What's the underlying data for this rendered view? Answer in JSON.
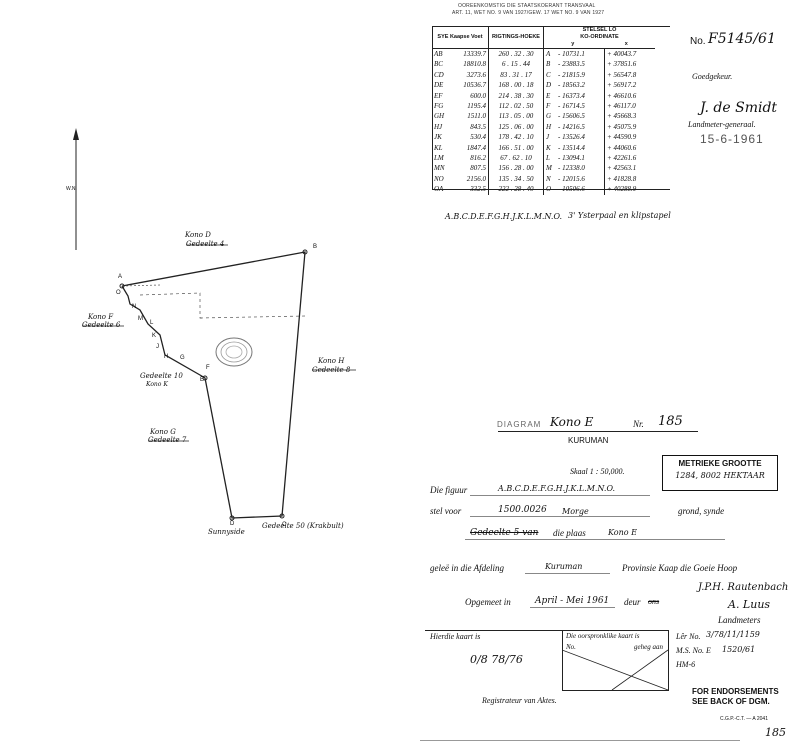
{
  "header": {
    "line1": "OOREENKOMSTIG DIE STAATSKOERANT TRANSVAAL",
    "line2": "ART. 11, WET NO. 9 VAN 1927/GEW. 17 WET NO. 9 VAN 1927"
  },
  "table": {
    "headers": {
      "side": "SYE Kaapse Voet",
      "bearing": "RIGTINGS-HOEKE",
      "system": "STELSEL LO",
      "coords": "KO-ORDINATE",
      "y": "y",
      "x": "x"
    },
    "rows": [
      {
        "side": "AB",
        "len": "13339.7",
        "bearing": "260 . 32 . 30",
        "pt": "A",
        "y": "- 10731.1",
        "x": "+ 40043.7"
      },
      {
        "side": "BC",
        "len": "18810.8",
        "bearing": "6 . 15 . 44",
        "pt": "B",
        "y": "- 23883.5",
        "x": "+ 37851.6"
      },
      {
        "side": "CD",
        "len": "3273.6",
        "bearing": "83 . 31 . 17",
        "pt": "C",
        "y": "- 21815.9",
        "x": "+ 56547.8"
      },
      {
        "side": "DE",
        "len": "10536.7",
        "bearing": "168 . 00 . 18",
        "pt": "D",
        "y": "- 18563.2",
        "x": "+ 56917.2"
      },
      {
        "side": "EF",
        "len": "600.0",
        "bearing": "214 . 38 . 30",
        "pt": "E",
        "y": "- 16373.4",
        "x": "+ 46610.6"
      },
      {
        "side": "FG",
        "len": "1195.4",
        "bearing": "112 . 02 . 50",
        "pt": "F",
        "y": "- 16714.5",
        "x": "+ 46117.0"
      },
      {
        "side": "GH",
        "len": "1511.0",
        "bearing": "113 . 05 . 00",
        "pt": "G",
        "y": "- 15606.5",
        "x": "+ 45668.3"
      },
      {
        "side": "HJ",
        "len": "843.5",
        "bearing": "125 . 06 . 00",
        "pt": "H",
        "y": "- 14216.5",
        "x": "+ 45075.9"
      },
      {
        "side": "JK",
        "len": "530.4",
        "bearing": "178 . 42 . 10",
        "pt": "J",
        "y": "- 13526.4",
        "x": "+ 44590.9"
      },
      {
        "side": "KL",
        "len": "1847.4",
        "bearing": "166 . 51 . 00",
        "pt": "K",
        "y": "- 13514.4",
        "x": "+ 44060.6"
      },
      {
        "side": "LM",
        "len": "816.2",
        "bearing": "67 . 62 . 10",
        "pt": "L",
        "y": "- 13094.1",
        "x": "+ 42261.6"
      },
      {
        "side": "MN",
        "len": "807.5",
        "bearing": "156 . 28 . 00",
        "pt": "M",
        "y": "- 12338.0",
        "x": "+ 42563.1"
      },
      {
        "side": "NO",
        "len": "2156.0",
        "bearing": "135 . 34 . 50",
        "pt": "N",
        "y": "- 12015.6",
        "x": "+ 41828.8"
      },
      {
        "side": "OA",
        "len": "332.5",
        "bearing": "222 . 28 . 40",
        "pt": "O",
        "y": "- 10506.6",
        "x": "+ 40288.9"
      }
    ]
  },
  "right_panel": {
    "no_label": "No.",
    "no_value": "F5145/61",
    "goedgekeur": "Goedgekeur.",
    "signature1": "J. de Smidt",
    "landmeter_generaal": "Landmeter-generaal.",
    "date_stamp": "15-6-1961"
  },
  "beacon_line": {
    "figure": "A.B.C.D.E.F.G.H.J.K.L.M.N.O.",
    "desc": "3' Ysterpaal en klipstapel"
  },
  "diagram": {
    "north_label": "W.N.",
    "labels": {
      "kono_d": "Kono D",
      "gedeelte_4": "Gedeelte 4",
      "kono_f": "Kono F",
      "gedeelte_6": "Gedeelte 6",
      "gedeelte_10": "Gedeelte 10",
      "kono_k": "Kono K",
      "kono_h": "Kono H",
      "gedeelte_8": "Gedeelte 8",
      "kono_g": "Kono G",
      "gedeelte_7": "Gedeelte 7",
      "sunnyside": "Sunnyside",
      "gedeelte_50": "Gedeelte 50 (Krakbult)"
    },
    "points": {
      "A": "A",
      "B": "B",
      "C": "C",
      "D": "D",
      "E": "E",
      "F": "F",
      "G": "G",
      "H": "H",
      "J": "J",
      "K": "K",
      "L": "L",
      "M": "M",
      "N": "N",
      "O": "O"
    }
  },
  "title_block": {
    "kaart_label": "DIAGRAM",
    "kaart_of": "Kono E",
    "nr_label": "Nr.",
    "nr_value": "185",
    "district": "KURUMAN",
    "skaal": "Skaal 1 : 50,000.",
    "metrieke_title": "METRIEKE GROOTTE",
    "metrieke_value": "1284, 8002 HEKTAAR",
    "die_figuur": "Die figuur",
    "figuur_value": "A.B.C.D.E.F.G.H.J.K.L.M.N.O.",
    "stel_voor": "stel voor",
    "area_value": "1500.0026",
    "morge": "Morge",
    "grond": "grond, synde",
    "gedeelte": "Gedeelte 5 van",
    "die_plaas": "die plaas",
    "plaas_name": "Kono E",
    "gelee": "geleë in die Afdeling",
    "afdeling": "Kuruman",
    "provinsie": "Provinsie Kaap die Goeie Hoop",
    "opgemeet": "Opgemeet in",
    "maand": "April - Mei 1961",
    "deur": "deur",
    "deur_strike": "ons",
    "signature2": "J.P.H. Rautenbach",
    "signature3": "A. Luus",
    "landmeters": "Landmeters"
  },
  "bottom": {
    "hierdie_kaart": "Hierdie kaart is",
    "hierdie_value": "0/8  78/76",
    "registrateur": "Registrateur van Aktes.",
    "oorspronklike": "Die oorspronklike kaart is",
    "no_label": "No.",
    "geheg_aan": "geheg aan",
    "ler_label": "Lêr No.",
    "ler_value": "3/78/11/1159",
    "ms_label": "M.S. No. E",
    "ms_value": "1520/61",
    "hm_label": "HM-6",
    "endorse1": "FOR ENDORSEMENTS",
    "endorse2": "SEE BACK OF DGM.",
    "printer": "C.G.P.-C.T. — A 2041",
    "page_num": "185"
  }
}
